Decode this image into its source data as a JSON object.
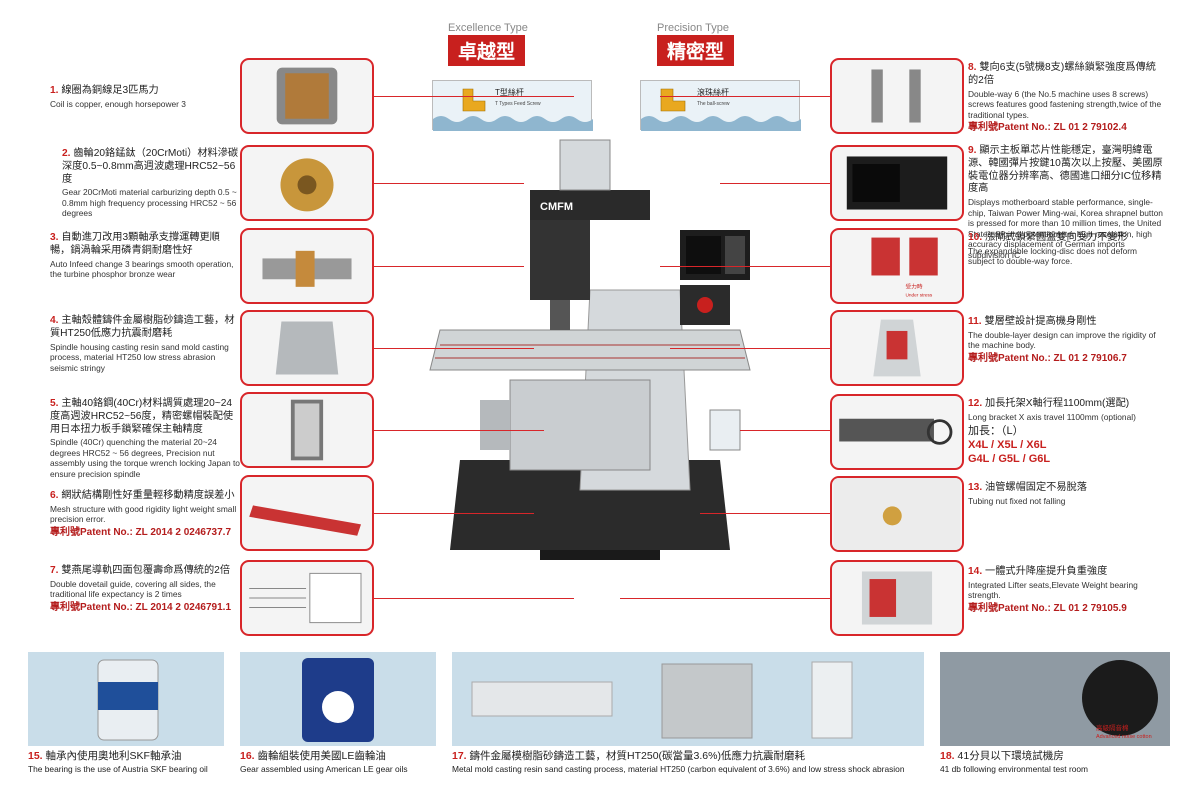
{
  "brand": "CMFM",
  "types": {
    "excellence": {
      "en": "Excellence Type",
      "zh": "卓越型",
      "diagram": "T型絲杆",
      "diagram_sub": "T Types Feed Screw"
    },
    "precision": {
      "en": "Precision Type",
      "zh": "精密型",
      "diagram": "滾珠絲杆",
      "diagram_sub": "The ball-screw"
    }
  },
  "left_features": [
    {
      "num": "1.",
      "zh": "線圈為銅線足3匹馬力",
      "en": "Coil is copper, enough horsepower 3"
    },
    {
      "num": "2.",
      "zh": "齒輪20鉻錳鈦（20CrMoti）材料滲碳深度0.5~0.8mm高週波處理HRC52~56度",
      "en": "Gear 20CrMoti material carburizing depth 0.5 ~ 0.8mm high frequency processing HRC52 ~ 56 degrees"
    },
    {
      "num": "3.",
      "zh": "自動進刀改用3顆軸承支撐運轉更順暢，鍋渦輪采用磷青銅耐磨性好",
      "en": "Auto Infeed change 3 bearings smooth operation, the turbine phosphor bronze wear"
    },
    {
      "num": "4.",
      "zh": "主軸殼體鑄件金屬樹脂砂鑄造工藝，材質HT250低應力抗震耐磨耗",
      "en": "Spindle housing casting resin sand mold casting process, material HT250 low stress abrasion seismic stringy"
    },
    {
      "num": "5.",
      "zh": "主軸40鉻鋼(40Cr)材料調質處理20~24度高週波HRC52~56度，精密螺帽裝配使用日本扭力板手鎖緊確保主軸精度",
      "en": "Spindle (40Cr) quenching the material 20~24 degrees HRC52 ~ 56 degrees, Precision nut assembly using the torque wrench locking Japan to ensure precision spindle"
    },
    {
      "num": "6.",
      "zh": "網狀結構剛性好重量輕移動精度誤差小",
      "en": "Mesh structure with good rigidity light weight small precision error.",
      "patent": "專利號Patent No.: ZL 2014 2 0246737.7"
    },
    {
      "num": "7.",
      "zh": "雙燕尾導軌四面包覆壽命爲傳統的2倍",
      "en": "Double dovetail guide, covering all sides, the traditional life expectancy is 2 times",
      "patent": "專利號Patent No.: ZL 2014 2 0246791.1"
    }
  ],
  "right_features": [
    {
      "num": "8.",
      "zh": "雙向6支(5號機8支)螺絲鎖緊強度爲傳統的2倍",
      "en": "Double-way 6 (the No.5 machine uses 8 screws) screws features good fastening strength,twice of the traditional types.",
      "patent": "專利號Patent No.: ZL 01 2 79102.4"
    },
    {
      "num": "9.",
      "zh": "顯示主板單芯片性能穩定，臺灣明緯電源、韓國彈片按鍵10萬次以上按壓、美國原裝電位器分辨率高、德國進口細分IC位移精度高",
      "en": "Displays motherboard stable performance, single-chip, Taiwan Power Ming-wai, Korea shrapnel button is pressed for more than 10 million times, the United States original potentiometer high resolution, high accuracy displacement of German imports subdivision IC"
    },
    {
      "num": "10.",
      "zh": "漲閘式鎖緊圓盤雙向受力不變形",
      "en": "The expandable locking-disc does not deform subject to double-way force."
    },
    {
      "num": "11.",
      "zh": "雙層壁設計提高機身剛性",
      "en": "The double-layer design can improve the rigidity of the machine body.",
      "patent": "專利號Patent No.: ZL 01 2 79106.7"
    },
    {
      "num": "12.",
      "zh": "加長托架X軸行程1100mm(選配)",
      "en": "Long bracket X axis travel 1100mm (optional)",
      "extra1": "加長：（L）",
      "extra2": "X4L / X5L / X6L",
      "extra3": "G4L / G5L / G6L"
    },
    {
      "num": "13.",
      "zh": "油管螺帽固定不易脫落",
      "en": "Tubing nut fixed not falling"
    },
    {
      "num": "14.",
      "zh": "一體式升降座提升負重強度",
      "en": "Integrated Lifter seats,Elevate Weight bearing strength.",
      "patent": "專利號Patent No.: ZL 01 2 79105.9"
    }
  ],
  "bottom_features": [
    {
      "num": "15.",
      "zh": "軸承內使用奧地利SKF軸承油",
      "en": "The bearing is the use of Austria SKF bearing oil"
    },
    {
      "num": "16.",
      "zh": "齒輪組裝使用美國LE齒輪油",
      "en": "Gear assembled using American LE gear oils"
    },
    {
      "num": "17.",
      "zh": "鑄件金屬模樹脂砂鑄造工藝，材質HT250(碳當量3.6%)低應力抗震耐磨耗",
      "en": "Metal mold casting resin sand casting process, material HT250 (carbon equivalent of 3.6%) and low stress shock abrasion"
    },
    {
      "num": "18.",
      "zh": "41分貝以下環境試機房",
      "en": "41 db following environmental test room"
    }
  ],
  "image_labels": {
    "under_stress_zh": "受力時",
    "under_stress_en": "Under stress",
    "noise_zh": "高級隔音棉",
    "noise_en": "Advanced noise cotton"
  },
  "colors": {
    "accent": "#c8201e",
    "border": "#d8262a"
  }
}
